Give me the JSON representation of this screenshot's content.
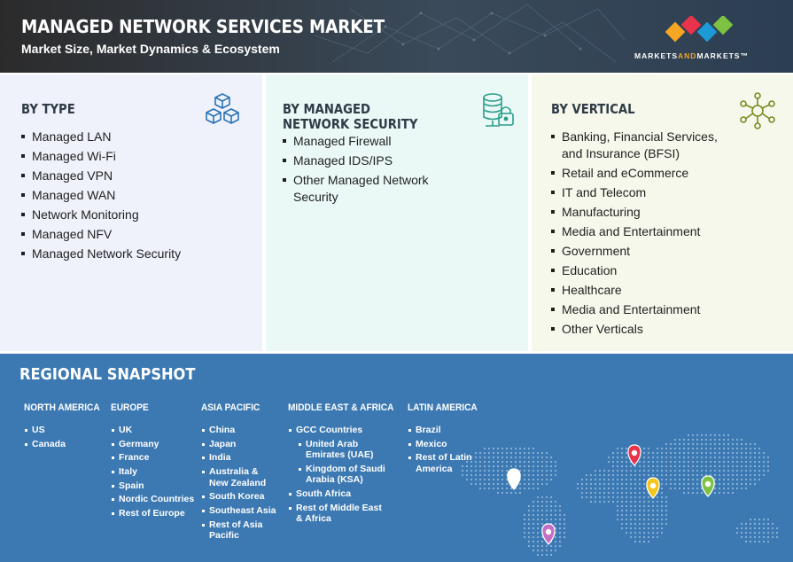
{
  "header": {
    "title": "MANAGED NETWORK SERVICES MARKET",
    "subtitle": "Market Size, Market Dynamics & Ecosystem"
  },
  "logo": {
    "brand_part1": "MARKETS",
    "brand_part2": "AND",
    "brand_part3": "MARKETS",
    "trademark": "™",
    "colors": [
      "#f5a623",
      "#e8334a",
      "#1d9ad6",
      "#7dc242"
    ]
  },
  "panels": [
    {
      "title": "BY TYPE",
      "icon": "cubes-icon",
      "items": [
        "Managed LAN",
        "Managed Wi-Fi",
        "Managed VPN",
        "Managed WAN",
        "Network Monitoring",
        "Managed NFV",
        "Managed Network Security"
      ]
    },
    {
      "title": "BY MANAGED NETWORK SECURITY",
      "icon": "database-lock-icon",
      "items": [
        "Managed Firewall",
        "Managed IDS/IPS",
        "Other Managed Network Security"
      ]
    },
    {
      "title": "BY VERTICAL",
      "icon": "network-hub-icon",
      "items": [
        "Banking, Financial Services, and Insurance (BFSI)",
        "Retail and eCommerce",
        "IT and Telecom",
        "Manufacturing",
        "Media and Entertainment",
        "Government",
        "Education",
        "Healthcare",
        "Media and Entertainment",
        "Other Verticals"
      ]
    }
  ],
  "region": {
    "title": "REGIONAL SNAPSHOT",
    "columns": [
      {
        "title": "NORTH AMERICA",
        "items": [
          {
            "text": "US"
          },
          {
            "text": "Canada"
          }
        ]
      },
      {
        "title": "EUROPE",
        "items": [
          {
            "text": "UK"
          },
          {
            "text": "Germany"
          },
          {
            "text": "France"
          },
          {
            "text": "Italy"
          },
          {
            "text": "Spain"
          },
          {
            "text": "Nordic Countries"
          },
          {
            "text": "Rest of Europe"
          }
        ]
      },
      {
        "title": "ASIA PACIFIC",
        "items": [
          {
            "text": "China"
          },
          {
            "text": "Japan"
          },
          {
            "text": "India"
          },
          {
            "text": "Australia & New Zealand"
          },
          {
            "text": "South Korea"
          },
          {
            "text": "Southeast Asia"
          },
          {
            "text": "Rest of Asia Pacific"
          }
        ]
      },
      {
        "title": "MIDDLE EAST & AFRICA",
        "items": [
          {
            "text": "GCC Countries"
          },
          {
            "text": "United Arab Emirates (UAE)",
            "sub": true
          },
          {
            "text": "Kingdom of Saudi Arabia (KSA)",
            "sub": true
          },
          {
            "text": "South Africa"
          },
          {
            "text": "Rest of Middle East & Africa"
          }
        ]
      },
      {
        "title": "LATIN AMERICA",
        "items": [
          {
            "text": "Brazil"
          },
          {
            "text": "Mexico"
          },
          {
            "text": "Rest of Latin America"
          }
        ]
      }
    ],
    "pin_colors": [
      "#ffffff",
      "#e8334a",
      "#f5c518",
      "#7dc242",
      "#c56ec5"
    ]
  }
}
